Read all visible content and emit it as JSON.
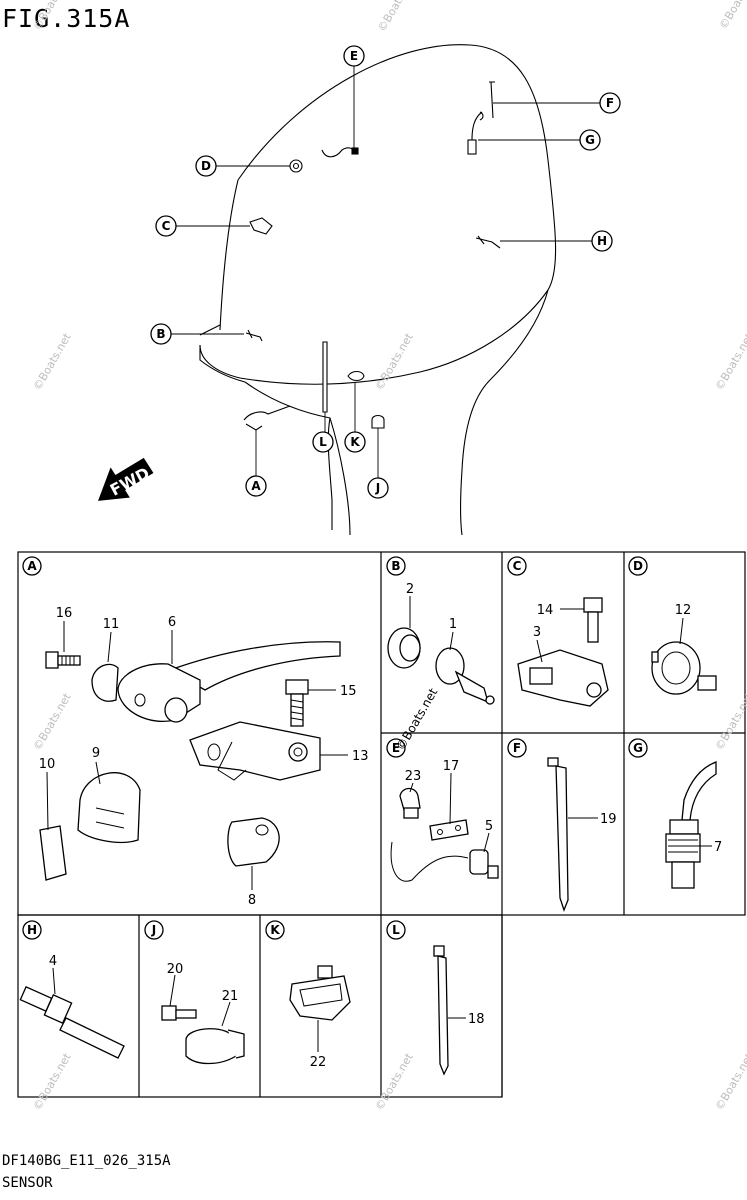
{
  "figure": {
    "title": "FIG.315A",
    "code": "DF140BG_E11_026_315A",
    "name": "SENSOR"
  },
  "overview": {
    "direction_label": "FWD",
    "callouts": [
      "A",
      "B",
      "C",
      "D",
      "E",
      "F",
      "G",
      "H",
      "J",
      "K",
      "L"
    ]
  },
  "panels": [
    {
      "id": "A",
      "parts": [
        "16",
        "11",
        "6",
        "15",
        "9",
        "13",
        "10",
        "8"
      ]
    },
    {
      "id": "B",
      "parts": [
        "2",
        "1"
      ]
    },
    {
      "id": "C",
      "parts": [
        "14",
        "3"
      ]
    },
    {
      "id": "D",
      "parts": [
        "12"
      ]
    },
    {
      "id": "E",
      "parts": [
        "23",
        "17",
        "5"
      ]
    },
    {
      "id": "F",
      "parts": [
        "19"
      ]
    },
    {
      "id": "G",
      "parts": [
        "7"
      ]
    },
    {
      "id": "H",
      "parts": [
        "4"
      ]
    },
    {
      "id": "J",
      "parts": [
        "20",
        "21"
      ]
    },
    {
      "id": "K",
      "parts": [
        "22"
      ]
    },
    {
      "id": "L",
      "parts": [
        "18"
      ]
    }
  ],
  "watermark": "©Boats.net",
  "icons": {
    "fwd": "fwd-arrow-icon",
    "callout": "circled-letter-icon"
  }
}
